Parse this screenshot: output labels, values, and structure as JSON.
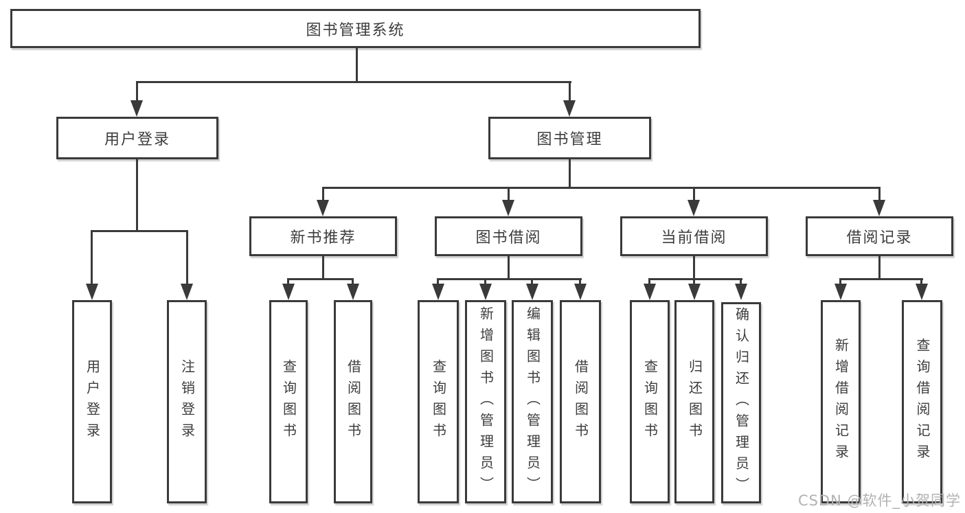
{
  "diagram": {
    "root": {
      "label": "图书管理系统"
    },
    "level2": [
      "用户登录",
      "图书管理"
    ],
    "user_login_children": [
      "用户登录",
      "注销登录"
    ],
    "level3": [
      "新书推荐",
      "图书借阅",
      "当前借阅",
      "借阅记录"
    ],
    "new_book_children": [
      "查询图书",
      "借阅图书"
    ],
    "book_borrow_children": [
      "查询图书",
      "新增图书（管理员）",
      "编辑图书（管理员）",
      "借阅图书"
    ],
    "current_borrow_children": [
      "查询图书",
      "归还图书",
      "确认归还（管理员）"
    ],
    "borrow_record_children": [
      "新增借阅记录",
      "查询借阅记录"
    ],
    "watermark": "CSDN @软件_小贺同学",
    "colors": {
      "line": "#3a3a3a",
      "text": "#3d3d3d",
      "background": "#ffffff",
      "watermark": "#b2b2b2"
    }
  }
}
